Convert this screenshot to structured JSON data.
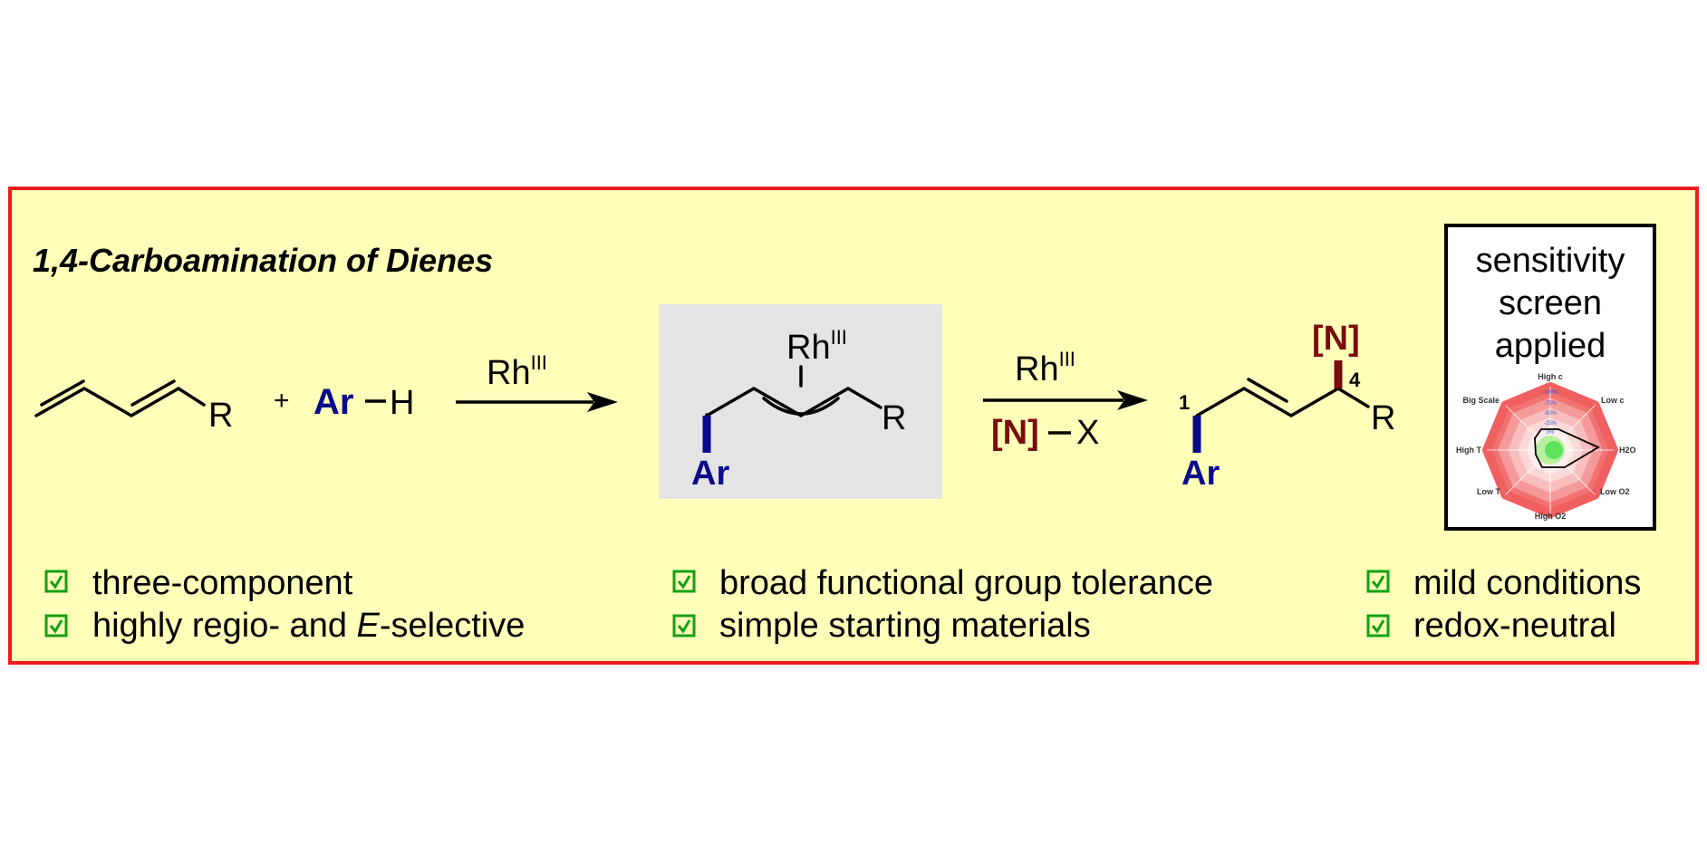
{
  "title": "1,4-Carboamination of Dienes",
  "reagents": {
    "R": "R",
    "plus": "+",
    "ar": "Ar",
    "h": "H",
    "rh": "Rh",
    "rh_ox": "III",
    "n": "[N]",
    "x": "X",
    "pos1": "1",
    "pos4": "4"
  },
  "sensitivity": {
    "line1": "sensitivity",
    "line2": "screen",
    "line3": "applied",
    "axes": [
      "High c",
      "Low c",
      "H2O",
      "Low O2",
      "High O2",
      "Low T",
      "High T",
      "Big Scale"
    ],
    "rings": [
      "-100%",
      "-75%",
      "-50%",
      "-25%",
      "0%",
      "+10%"
    ]
  },
  "features": {
    "left": [
      {
        "text": "three-component"
      },
      {
        "pre": "highly regio- and ",
        "em": "E",
        "post": "-selective"
      }
    ],
    "middle": [
      {
        "text": "broad functional group tolerance"
      },
      {
        "text": "simple starting materials"
      }
    ],
    "right": [
      {
        "text": "mild conditions"
      },
      {
        "text": "redox-neutral"
      }
    ]
  },
  "colors": {
    "panel_bg": "#ffffb9",
    "panel_border": "#ee1c1c",
    "intermediate_bg": "#e4e4e4",
    "check_green": "#14a014",
    "aryl_blue": "#0a0a8c",
    "nitrogen_red": "#7a0d0d"
  }
}
